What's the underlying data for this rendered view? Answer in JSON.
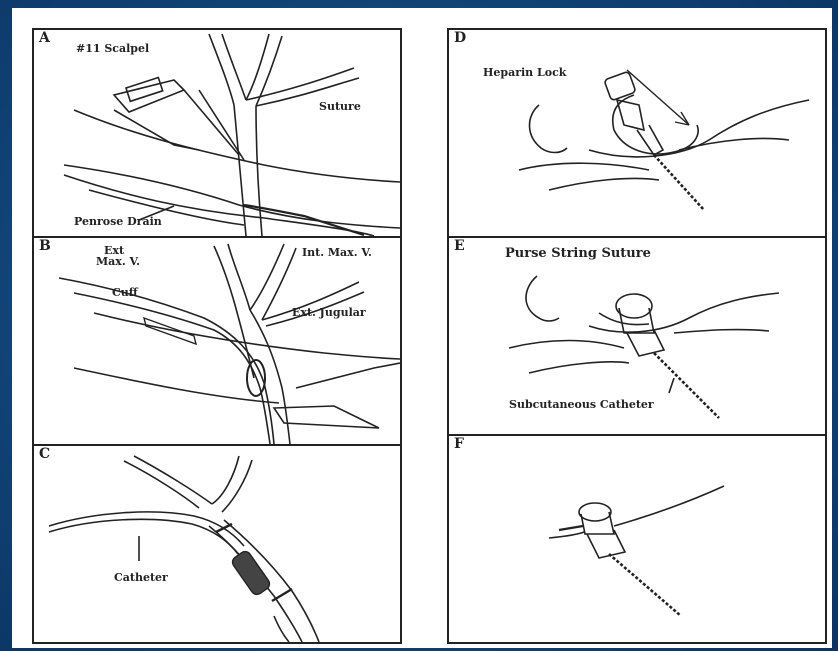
{
  "panels": {
    "a": {
      "letter": "A",
      "scalpel": "#11 Scalpel",
      "suture": "Suture",
      "drain": "Penrose Drain"
    },
    "b": {
      "letter": "B",
      "int_max_v": "Int. Max. V.",
      "ext_max_v_1": "Ext",
      "ext_max_v_2": "Max. V.",
      "cuff": "Cuff",
      "ext_jugular": "Ext. Jugular"
    },
    "c": {
      "letter": "C",
      "catheter": "Catheter"
    },
    "d": {
      "letter": "D",
      "heparin_lock": "Heparin Lock"
    },
    "e": {
      "letter": "E",
      "purse_string": "Purse String Suture",
      "subcutaneous": "Subcutaneous Catheter"
    },
    "f": {
      "letter": "F"
    }
  },
  "colors": {
    "ink": "#222222",
    "background": "#114478",
    "panel": "#ffffff"
  }
}
